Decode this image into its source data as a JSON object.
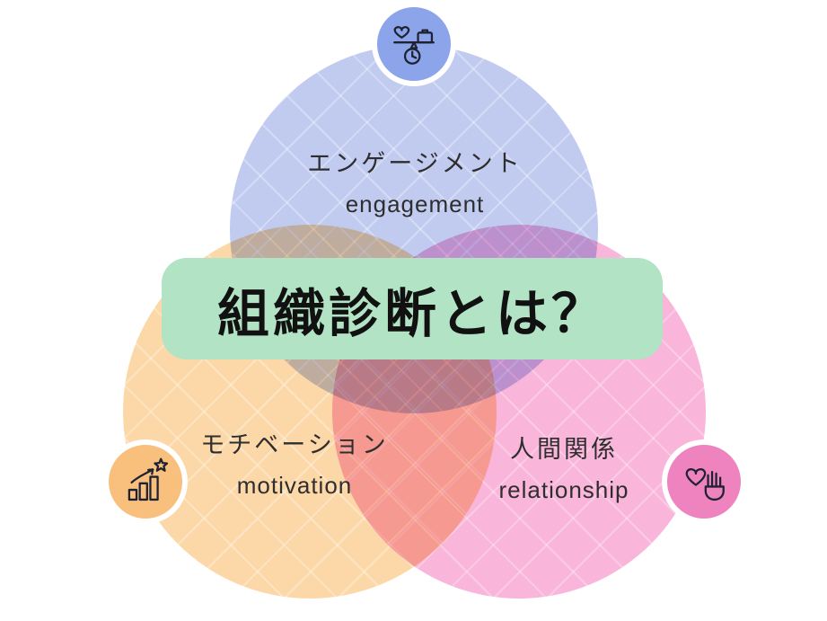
{
  "title": {
    "text": "組織診断とは？"
  },
  "circles": {
    "engagement": {
      "label_ja": "エンゲージメント",
      "label_en": "engagement",
      "icon": "work-life-balance-icon"
    },
    "motivation": {
      "label_ja": "モチベーション",
      "label_en": "motivation",
      "icon": "growth-chart-star-icon"
    },
    "relationship": {
      "label_ja": "人間関係",
      "label_en": "relationship",
      "icon": "heart-in-hand-icon"
    }
  },
  "colors": {
    "engagement-fill": "#c1cbf0",
    "motivation-fill": "#fcd8a8",
    "relationship-fill": "#f9b5da",
    "engagement-badge": "#8ba4ea",
    "motivation-badge": "#f9c07d",
    "relationship-badge": "#ee83c0",
    "title-box": "#b1e3c4",
    "title-text": "#111111",
    "text": "#2e2e2e",
    "icon-stroke": "#1f2233",
    "background": "#ffffff"
  }
}
